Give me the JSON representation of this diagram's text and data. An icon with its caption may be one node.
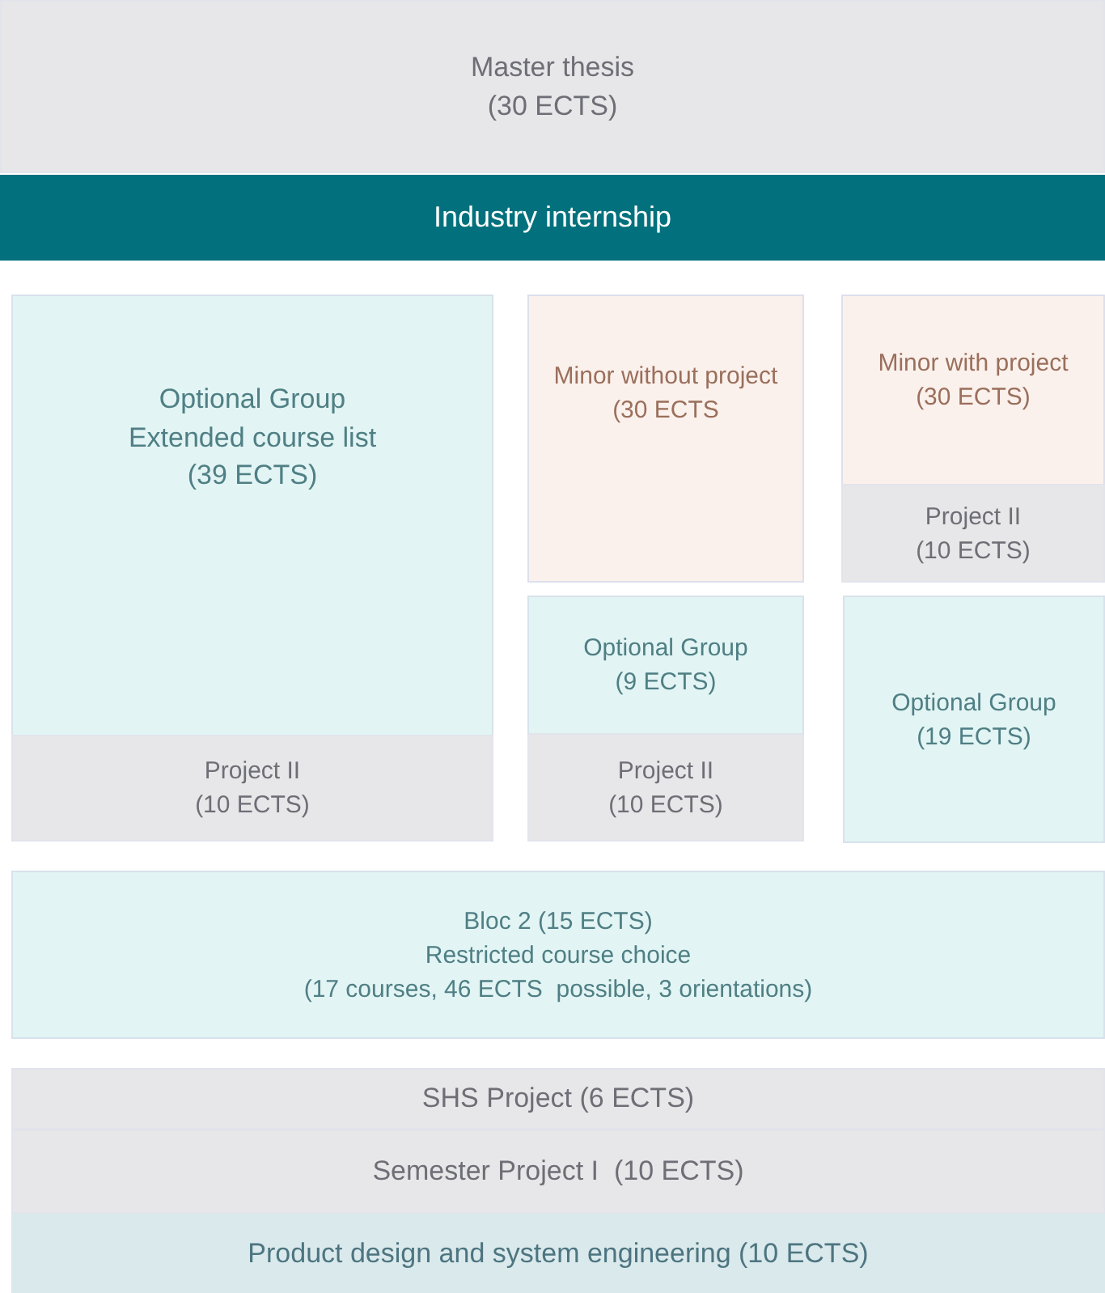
{
  "diagram": {
    "nodes": [
      {
        "text": [
          "Master thesis",
          "(30 ECTS)"
        ]
      },
      {
        "text": [
          "Industry internship"
        ]
      },
      {
        "text": [
          "Optional Group",
          "Extended course list",
          "(39 ECTS)"
        ]
      },
      {
        "text": [
          "Project II",
          "(10 ECTS)"
        ]
      },
      {
        "text": [
          "Minor without project",
          "(30 ECTS"
        ]
      },
      {
        "text": [
          "Optional Group",
          "(9 ECTS)"
        ]
      },
      {
        "text": [
          "Project II",
          "(10 ECTS)"
        ]
      },
      {
        "text": [
          "Minor with project",
          "(30 ECTS)"
        ]
      },
      {
        "text": [
          "Project II",
          "(10 ECTS)"
        ]
      },
      {
        "text": [
          "Optional Group",
          "(19 ECTS)"
        ]
      },
      {
        "text": [
          "Bloc 2 (15 ECTS)",
          "Restricted course choice",
          "(17 courses, 46 ECTS  possible, 3 orientations)"
        ]
      },
      {
        "text": [
          "SHS Project (6 ECTS)"
        ]
      },
      {
        "text": [
          "Semester Project I  (10 ECTS)"
        ]
      },
      {
        "text": [
          "Product design and system engineering (10 ECTS)"
        ]
      }
    ]
  }
}
